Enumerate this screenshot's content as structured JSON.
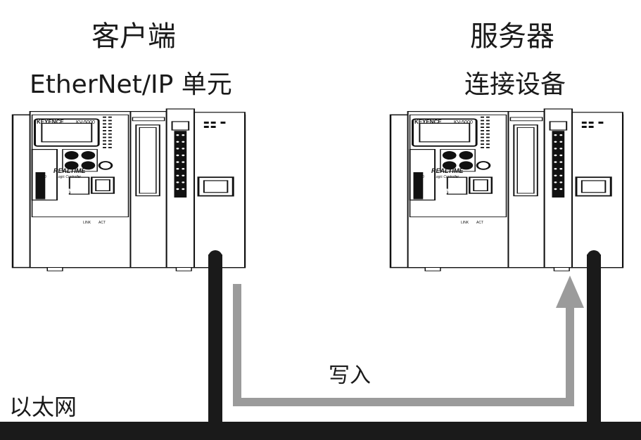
{
  "client": {
    "title": "客户端",
    "subtitle": "EtherNet/IP 单元"
  },
  "server": {
    "title": "服务器",
    "subtitle": "连接设备"
  },
  "flow": {
    "label": "写入"
  },
  "network": {
    "label": "以太网"
  },
  "plc": {
    "brand": "KEYENCE",
    "model": "KV-5000",
    "line1": "REALTIME",
    "line2": "Logic Controller",
    "card": "CARD",
    "link": "LINK",
    "act": "ACT",
    "key_m": "M"
  },
  "colors": {
    "cable": "#1a1a1a",
    "arrow": "#9b9b9b"
  }
}
